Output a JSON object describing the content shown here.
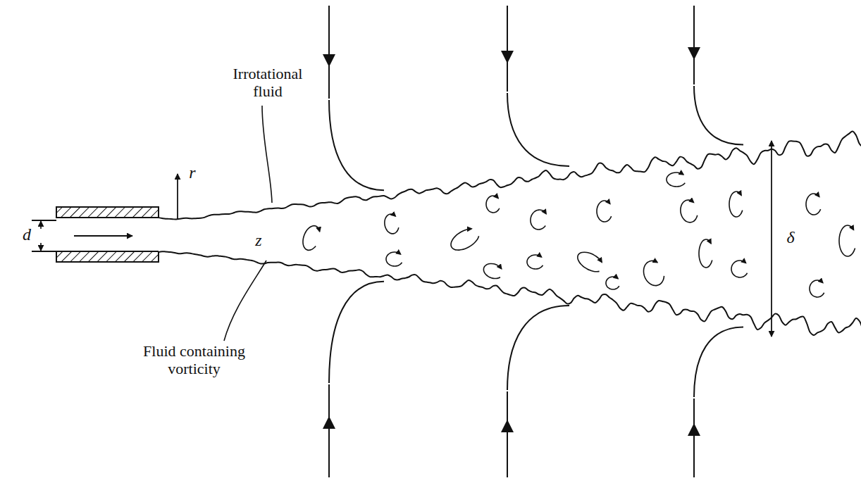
{
  "diagram": {
    "labels": [
      "Irrotational fluid",
      "r",
      "z",
      "d",
      "Fluid containing vorticity",
      "δ"
    ]
  }
}
